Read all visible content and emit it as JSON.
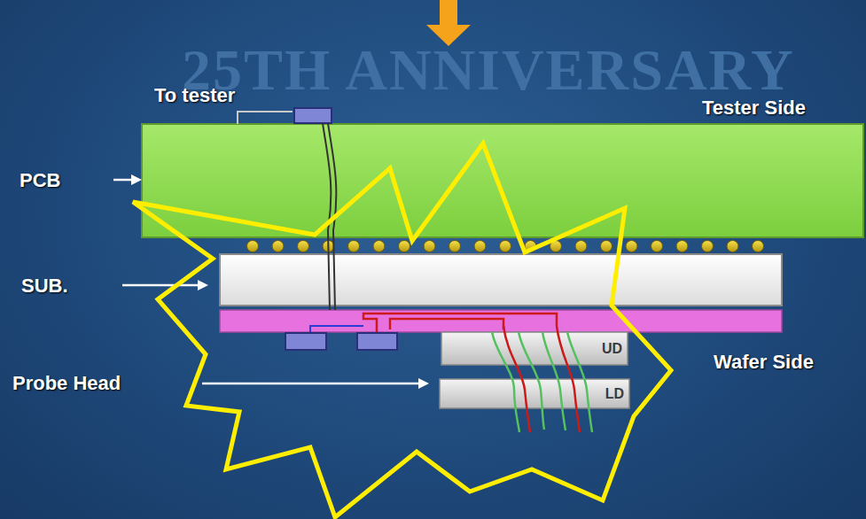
{
  "diagram": {
    "nodes": [
      {
        "text": [
          "UD"
        ]
      },
      {
        "text": [
          "LD"
        ]
      }
    ],
    "labels": [
      "25TH ANNIVERSARY",
      "To tester",
      "Tester Side",
      "PCB",
      "SUB.",
      "Probe Head",
      "Wafer Side"
    ]
  }
}
